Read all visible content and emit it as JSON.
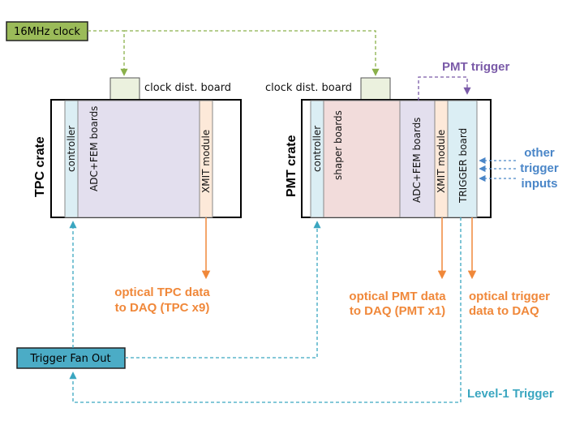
{
  "clock": {
    "label": "16MHz clock"
  },
  "tpc_crate": {
    "title": "TPC crate",
    "clock_board": "clock dist. board",
    "controller": "controller",
    "adc_fem": "ADC+FEM boards",
    "xmit": "XMIT module",
    "output": [
      "optical TPC data",
      "to DAQ (TPC x9)"
    ]
  },
  "pmt_crate": {
    "title": "PMT crate",
    "clock_board": "clock dist. board",
    "controller": "controller",
    "shaper": "shaper boards",
    "adc_fem": "ADC+FEM boards",
    "xmit": "XMIT module",
    "trigger_board": "TRIGGER board",
    "output_pmt": [
      "optical PMT data",
      "to DAQ (PMT x1)"
    ],
    "output_trigger": [
      "optical trigger",
      "data to DAQ"
    ]
  },
  "pmt_trigger": "PMT trigger",
  "other_inputs": [
    "other",
    "trigger",
    "inputs"
  ],
  "fanout": {
    "label": "Trigger Fan Out"
  },
  "level1": "Level-1 Trigger",
  "colors": {
    "clock_green": "#8ab04a",
    "orange": "#f0883a",
    "purple": "#7a5aa8",
    "blue": "#4a86c8",
    "teal": "#3aa6c0",
    "controller_fill": "#dbeef4",
    "adc_fill": "#e3dfee",
    "shaper_fill": "#f2dcdb",
    "xmit_fill": "#fde9d9",
    "clockboard_fill": "#ebf1de",
    "fanout_fill": "#4bacc6"
  }
}
